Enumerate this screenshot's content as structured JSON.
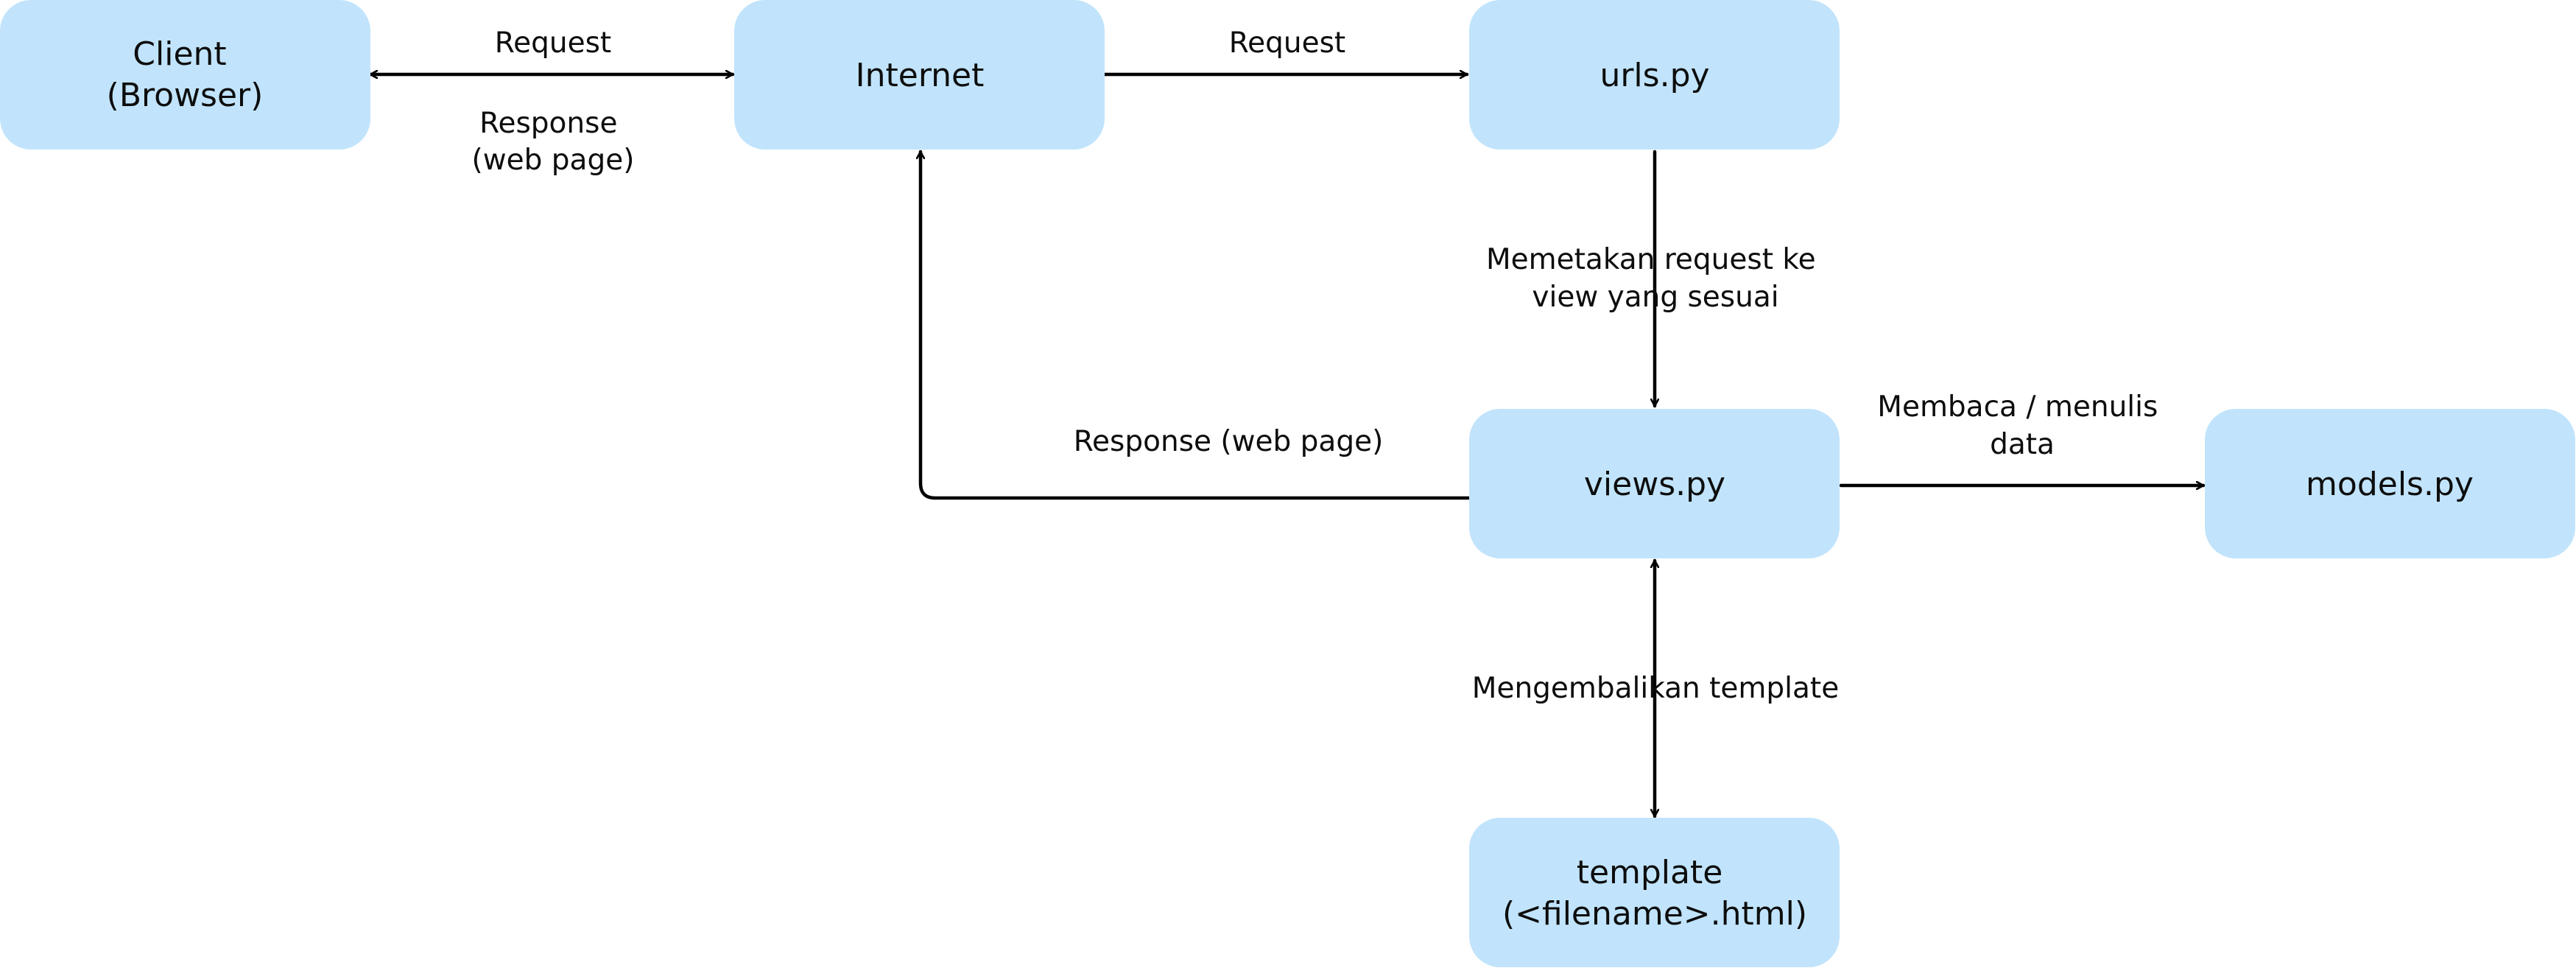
{
  "nodes": {
    "client": {
      "lines": [
        "Client",
        "(Browser)"
      ]
    },
    "internet": {
      "lines": [
        "Internet"
      ]
    },
    "urls": {
      "lines": [
        "urls.py"
      ]
    },
    "views": {
      "lines": [
        "views.py"
      ]
    },
    "models": {
      "lines": [
        "models.py"
      ]
    },
    "template": {
      "lines": [
        "template",
        "(<filename>.html)"
      ]
    }
  },
  "edges": {
    "client_internet_request": {
      "lines": [
        "Request"
      ]
    },
    "client_internet_response": {
      "lines": [
        "Response",
        "(web page)"
      ]
    },
    "internet_urls_request": {
      "lines": [
        "Request"
      ]
    },
    "urls_views_map": {
      "lines": [
        "Memetakan request ke",
        "view yang sesuai"
      ]
    },
    "views_internet_response": {
      "lines": [
        "Response (web page)"
      ]
    },
    "views_models_data": {
      "lines": [
        "Membaca / menulis",
        "data"
      ]
    },
    "views_template_return": {
      "lines": [
        "Mengembalikan template"
      ]
    }
  },
  "colors": {
    "node_fill": "#c1e4fc",
    "line": "#000000",
    "text": "#0d0d0d"
  }
}
